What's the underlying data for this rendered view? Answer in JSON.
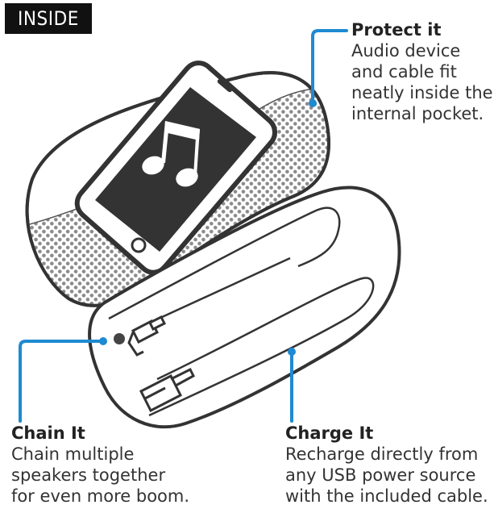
{
  "header": {
    "tag_label": "INSIDE"
  },
  "callouts": {
    "protect": {
      "title": "Protect it",
      "lines": [
        "Audio device",
        "and cable fit",
        "neatly inside the",
        "internal pocket."
      ]
    },
    "chain": {
      "title": "Chain It",
      "lines": [
        "Chain multiple",
        "speakers together",
        "for even more boom."
      ]
    },
    "charge": {
      "title": "Charge It",
      "lines": [
        "Recharge directly from",
        "any USB power source",
        "with the included cable."
      ]
    }
  },
  "colors": {
    "accent": "#1e8ad2",
    "outline": "#333333",
    "mesh": "#9a9a9a",
    "tag_bg": "#111111"
  },
  "icons": [
    "phone-icon",
    "music-note-icon",
    "headphone-jack-plug-icon",
    "usb-plug-icon",
    "aux-port-icon"
  ]
}
